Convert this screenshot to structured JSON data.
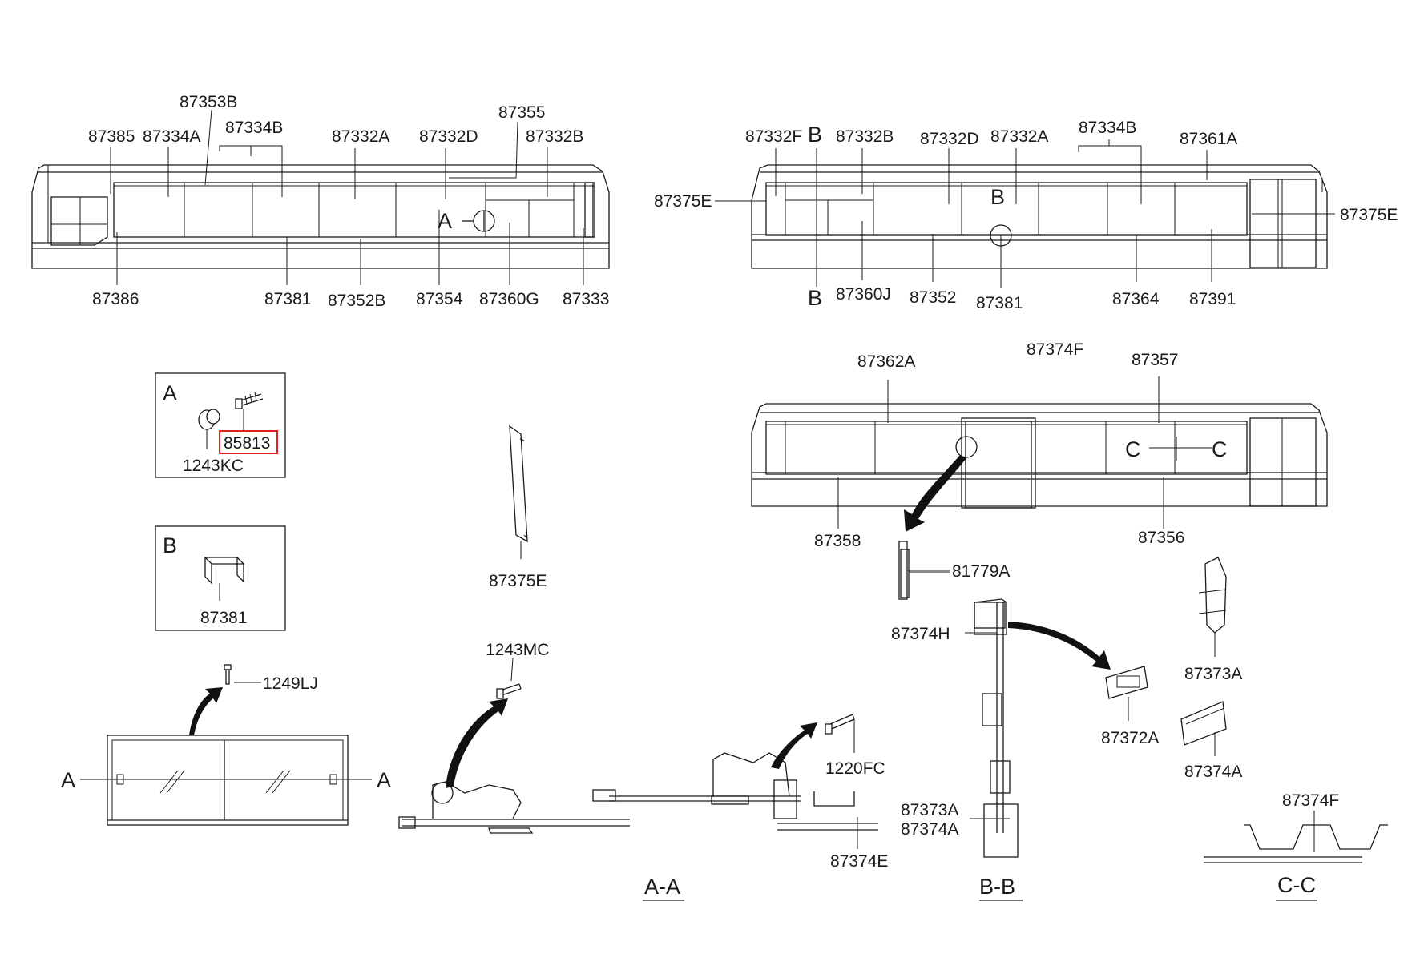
{
  "top_left_labels": {
    "l87353B": "87353B",
    "l87385": "87385",
    "l87334A": "87334A",
    "l87334B": "87334B",
    "l87332A": "87332A",
    "l87332D": "87332D",
    "l87355": "87355",
    "l87332B": "87332B",
    "l87386": "87386",
    "l87381": "87381",
    "l87352B": "87352B",
    "l87354": "87354",
    "l87360G": "87360G",
    "l87333": "87333",
    "markA": "A"
  },
  "top_right_labels": {
    "l87332F": "87332F",
    "markB_top": "B",
    "l87332B": "87332B",
    "l87332D": "87332D",
    "l87332A": "87332A",
    "l87334B": "87334B",
    "l87361A": "87361A",
    "l87375E_left": "87375E",
    "l87375E_right": "87375E",
    "markB_mid": "B",
    "markB_bot": "B",
    "l87360J": "87360J",
    "l87352": "87352",
    "l87381": "87381",
    "l87364": "87364",
    "l87391": "87391"
  },
  "rear_labels": {
    "l87362A": "87362A",
    "l87374F": "87374F",
    "l87357": "87357",
    "l87358": "87358",
    "l87356": "87356",
    "markC_left": "C",
    "markC_right": "C"
  },
  "detail_a": {
    "title": "A",
    "l1243KC": "1243KC",
    "l85813": "85813",
    "highlight_color": "#e0201b"
  },
  "detail_b": {
    "title": "B",
    "l87381": "87381"
  },
  "misc_labels": {
    "l87375E": "87375E",
    "l1243MC": "1243MC",
    "l1249LJ": "1249LJ",
    "l1220FC": "1220FC",
    "l87374E": "87374E",
    "l81779A": "81779A",
    "l87374H": "87374H",
    "l87372A": "87372A",
    "l87373A": "87373A",
    "l87374A": "87374A",
    "l87373A_b": "87373A",
    "l87374A_b": "87374A",
    "l87374F": "87374F",
    "window_markA_left": "A",
    "window_markA_right": "A"
  },
  "section_titles": {
    "aa": "A-A",
    "bb": "B-B",
    "cc": "C-C"
  }
}
